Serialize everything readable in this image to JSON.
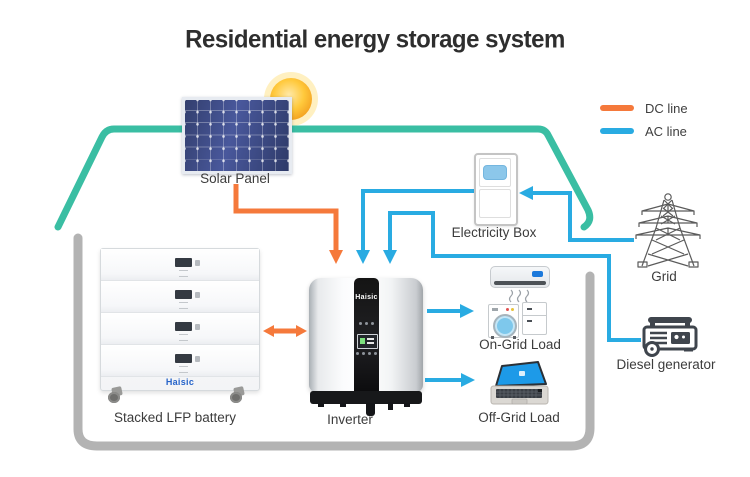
{
  "title": "Residential energy storage system",
  "legend": {
    "items": [
      {
        "label": "DC line",
        "color": "#F5793B"
      },
      {
        "label": "AC line",
        "color": "#29ABE2"
      }
    ]
  },
  "colors": {
    "dc_line": "#F5793B",
    "ac_line": "#29ABE2",
    "roof": "#3ABEA3",
    "wall": "#B3B3B3",
    "brand_blue": "#2563C9",
    "panel_blue": "#3A4880",
    "sun_yellow": "#FFC93C",
    "warning_yellow": "#F6CF3F",
    "warning_red": "#D9342B",
    "laptop_screen": "#1D9AE8",
    "icon_dark": "#3F454D",
    "tower_gray": "#5B5B5B"
  },
  "components": {
    "solar_panel": {
      "label": "Solar Panel"
    },
    "battery": {
      "label": "Stacked LFP battery",
      "brand": "Haisic"
    },
    "inverter": {
      "label": "Inverter",
      "brand": "Haisic"
    },
    "electricity_box": {
      "label": "Electricity Box"
    },
    "on_grid_load": {
      "label": "On-Grid Load"
    },
    "off_grid_load": {
      "label": "Off-Grid Load"
    },
    "grid": {
      "label": "Grid"
    },
    "diesel_generator": {
      "label": "Diesel generator"
    }
  },
  "connections": [
    {
      "from": "Solar Panel",
      "to": "Inverter",
      "line": "DC"
    },
    {
      "from": "Stacked LFP battery",
      "to": "Inverter",
      "line": "DC",
      "bidirectional": true
    },
    {
      "from": "Electricity Box",
      "to": "Inverter",
      "line": "AC"
    },
    {
      "from": "Grid",
      "to": "Electricity Box",
      "line": "AC"
    },
    {
      "from": "Diesel generator",
      "to": "Inverter",
      "line": "AC"
    },
    {
      "from": "Inverter",
      "to": "On-Grid Load",
      "line": "AC"
    },
    {
      "from": "Inverter",
      "to": "Off-Grid Load",
      "line": "AC"
    }
  ]
}
